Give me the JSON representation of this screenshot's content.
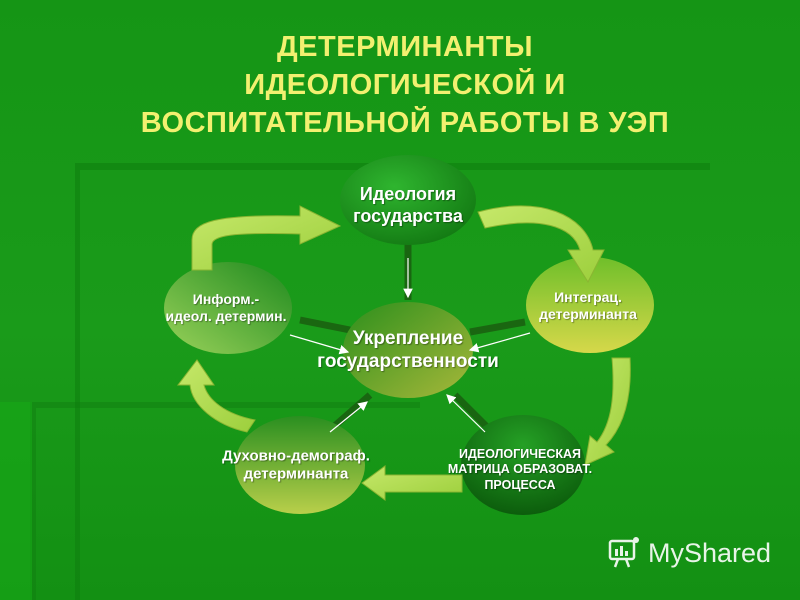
{
  "title": {
    "line1": "ДЕТЕРМИНАНТЫ",
    "line2": "ИДЕОЛОГИЧЕСКОЙ И",
    "line3": "ВОСПИТАТЕЛЬНОЙ РАБОТЫ В УЭП"
  },
  "nodes": {
    "center": [
      "Укрепление",
      "государственности"
    ],
    "top": [
      "Идеология",
      "государства"
    ],
    "right": [
      "Интеграц.",
      "детерминанта"
    ],
    "bottom_right": [
      "ИДЕОЛОГИЧЕСКАЯ",
      "МАТРИЦА ОБРАЗОВАТ.",
      "ПРОЦЕССА"
    ],
    "bottom_left": [
      "Духовно-демограф.",
      "детерминанта"
    ],
    "left": [
      "Информ.-",
      "идеол. детермин."
    ]
  },
  "watermark": "MyShared",
  "colors": {
    "background": "#1a9b1a",
    "title": "#f2f070",
    "arrow_fill": "#b8e05a"
  },
  "icons": {
    "watermark_logo": "chart-board-icon"
  }
}
